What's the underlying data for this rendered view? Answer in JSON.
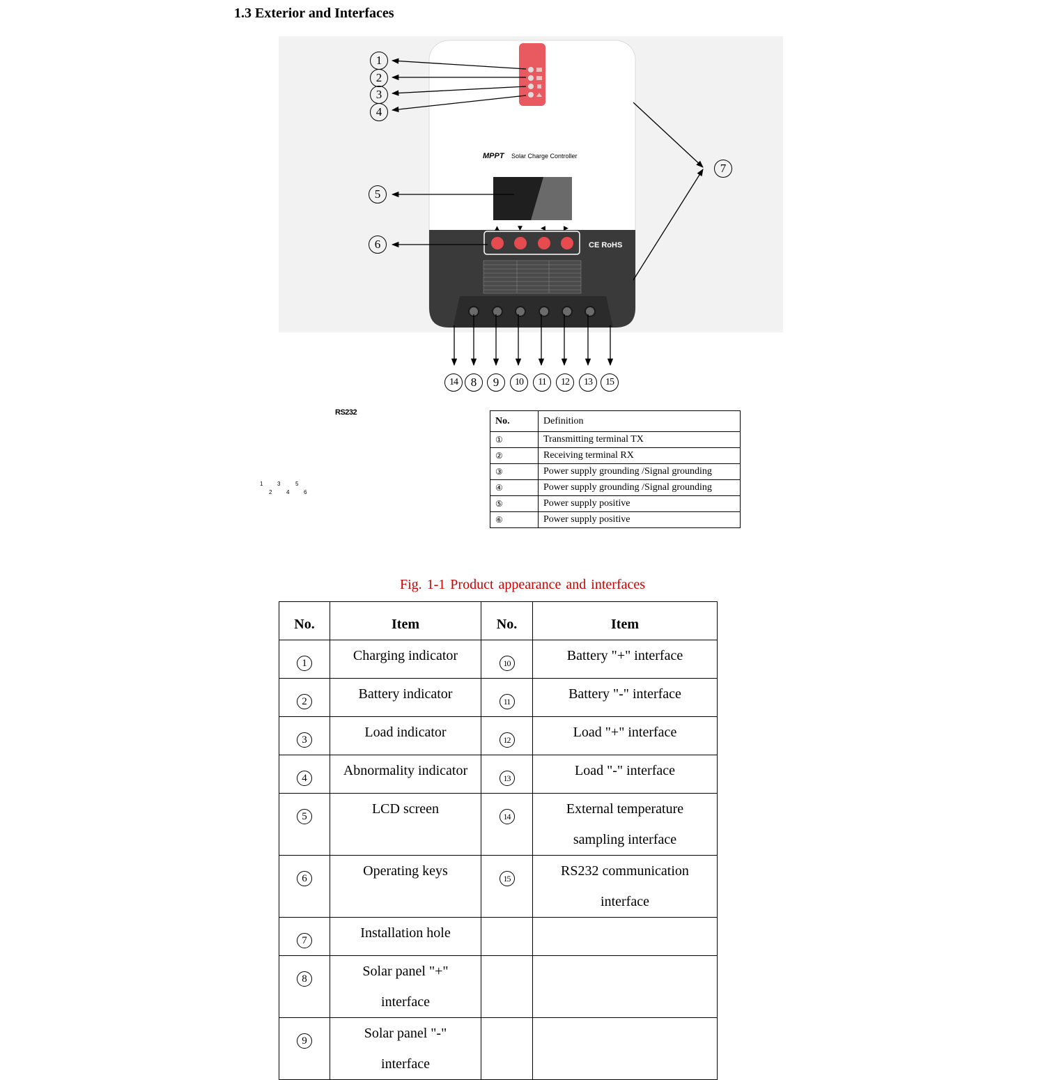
{
  "heading": "1.3 Exterior and Interfaces",
  "device": {
    "brand_label": "MPPT",
    "product_label": "Solar Charge Controller",
    "cert_label": "CE RoHS",
    "key_arrows": [
      "▲",
      "▼",
      "◀",
      "▶"
    ]
  },
  "callouts": {
    "c1": "1",
    "c2": "2",
    "c3": "3",
    "c4": "4",
    "c5": "5",
    "c6": "6",
    "c7": "7",
    "c8": "8",
    "c9": "9",
    "c10": "10",
    "c11": "11",
    "c12": "12",
    "c13": "13",
    "c14": "14",
    "c15": "15"
  },
  "rs232": {
    "label": "RS232",
    "pins": [
      "1",
      "2",
      "3",
      "4",
      "5",
      "6"
    ]
  },
  "pin_table": {
    "headers": [
      "No.",
      "Definition"
    ],
    "rows": [
      {
        "no": "①",
        "def": "Transmitting terminal TX"
      },
      {
        "no": "②",
        "def": "Receiving terminal RX"
      },
      {
        "no": "③",
        "def": "Power supply grounding /Signal grounding"
      },
      {
        "no": "④",
        "def": "Power supply grounding /Signal grounding"
      },
      {
        "no": "⑤",
        "def": "Power supply positive"
      },
      {
        "no": "⑥",
        "def": "Power supply positive"
      }
    ]
  },
  "caption": "Fig. 1-1    Product appearance and interfaces",
  "items_table": {
    "headers": [
      "No.",
      "Item",
      "No.",
      "Item"
    ],
    "rows": [
      {
        "n1": "1",
        "i1": [
          "Charging indicator"
        ],
        "n2": "10",
        "i2": [
          "Battery \"+\" interface"
        ]
      },
      {
        "n1": "2",
        "i1": [
          "Battery indicator"
        ],
        "n2": "11",
        "i2": [
          "Battery \"-\" interface"
        ]
      },
      {
        "n1": "3",
        "i1": [
          "Load indicator"
        ],
        "n2": "12",
        "i2": [
          "Load \"+\" interface"
        ]
      },
      {
        "n1": "4",
        "i1": [
          "Abnormality indicator"
        ],
        "n2": "13",
        "i2": [
          "Load \"-\" interface"
        ]
      },
      {
        "n1": "5",
        "i1": [
          "LCD screen"
        ],
        "n2": "14",
        "i2": [
          "External temperature",
          "sampling interface"
        ]
      },
      {
        "n1": "6",
        "i1": [
          "Operating keys"
        ],
        "n2": "15",
        "i2": [
          "RS232 communication",
          "interface"
        ]
      },
      {
        "n1": "7",
        "i1": [
          "Installation hole"
        ],
        "n2": "",
        "i2": []
      },
      {
        "n1": "8",
        "i1": [
          "Solar panel \"+\"",
          "interface"
        ],
        "n2": "",
        "i2": []
      },
      {
        "n1": "9",
        "i1": [
          "Solar panel \"-\"",
          "interface"
        ],
        "n2": "",
        "i2": []
      }
    ]
  }
}
